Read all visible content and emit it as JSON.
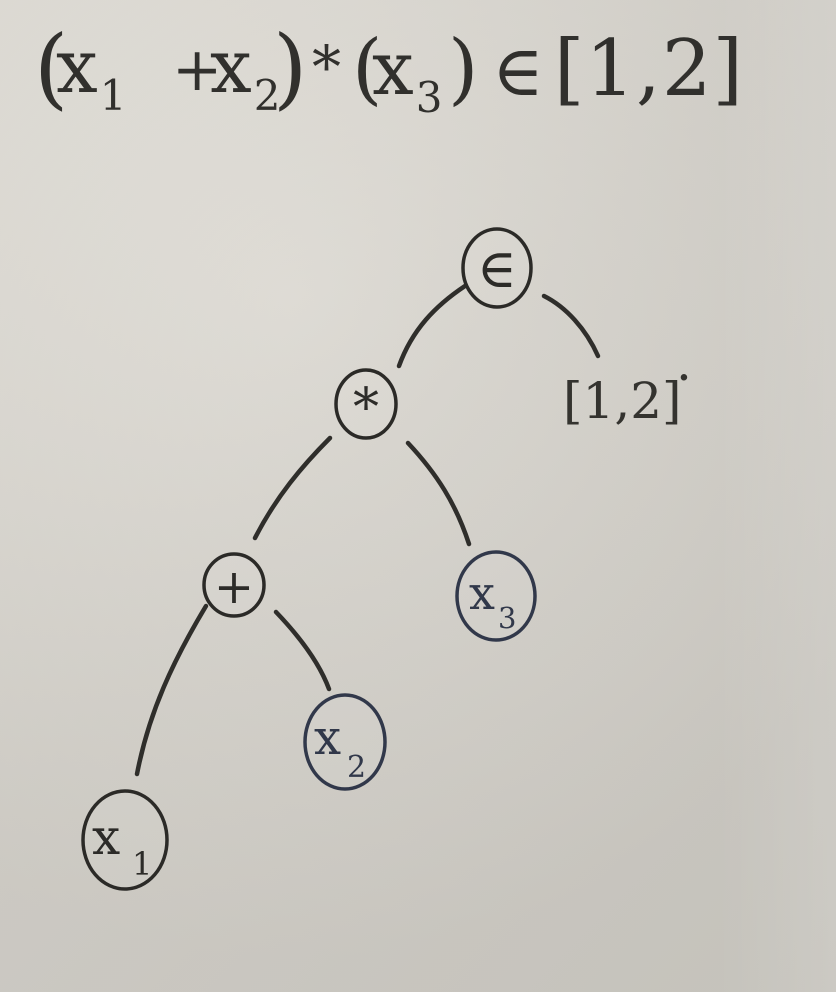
{
  "whiteboard": {
    "equation": {
      "open_paren_1": "(",
      "x1_base": "x",
      "x1_sub": "1",
      "plus": "+",
      "x2_base": "x",
      "x2_sub": "2",
      "close_paren_1": ")",
      "times": "*",
      "open_paren_2": "(",
      "x3_base": "x",
      "x3_sub": "3",
      "close_paren_2": ")",
      "membership": "∈",
      "interval": "[1,2]"
    },
    "tree": {
      "root_symbol": "∈",
      "interval_label": "[1,2]",
      "multiply_symbol": "*",
      "plus_symbol": "+",
      "x1_base": "x",
      "x1_sub": "1",
      "x2_base": "x",
      "x2_sub": "2",
      "x3_base": "x",
      "x3_sub": "3",
      "interval_dot": "."
    },
    "ink_colors": {
      "dark": "#2f2e2b",
      "blue_leaf": "#31384a",
      "board": "#d9d6cf"
    }
  }
}
